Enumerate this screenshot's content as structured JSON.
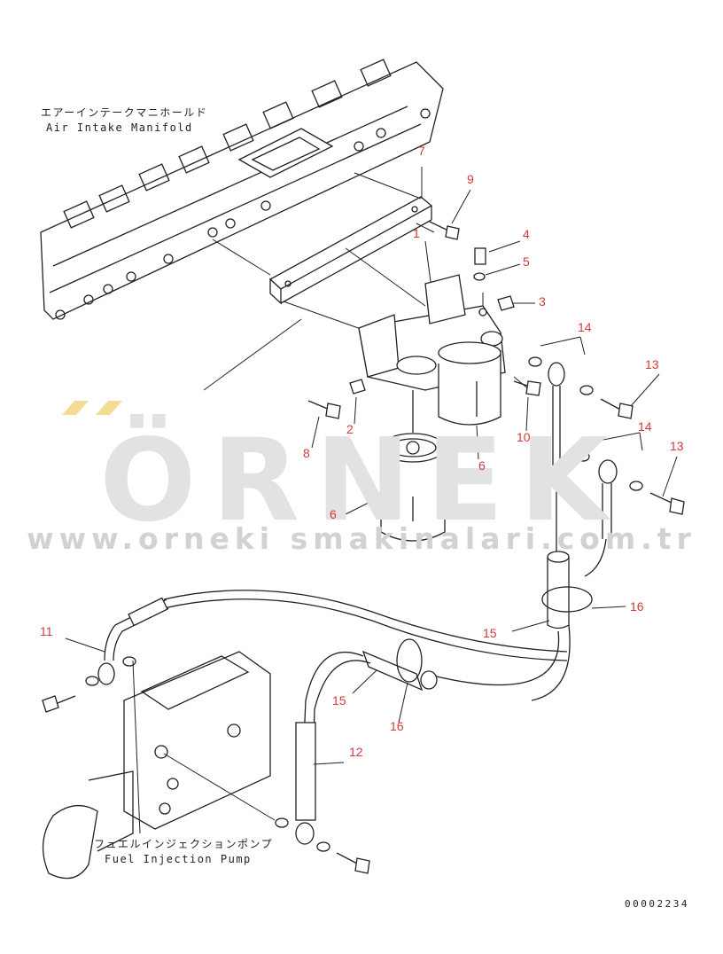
{
  "watermark": {
    "brand": "ÖRNEK",
    "url": "www.orneki smakinalari.com.tr"
  },
  "captions": {
    "manifold_jp": "エアーインテークマニホールド",
    "manifold_en": "Air Intake Manifold",
    "pump_jp": "フュエルインジェクションポンプ",
    "pump_en": "Fuel Injection Pump"
  },
  "drawing_code": "00002234",
  "part_labels": [
    "7",
    "9",
    "4",
    "5",
    "1",
    "3",
    "14",
    "13",
    "14",
    "13",
    "2",
    "10",
    "8",
    "6",
    "6",
    "16",
    "15",
    "11",
    "15",
    "16",
    "12"
  ],
  "colors": {
    "label": "#d43a3a",
    "line": "#222222",
    "watermark": "#dcdcdc",
    "accent": "#f0d98a"
  }
}
